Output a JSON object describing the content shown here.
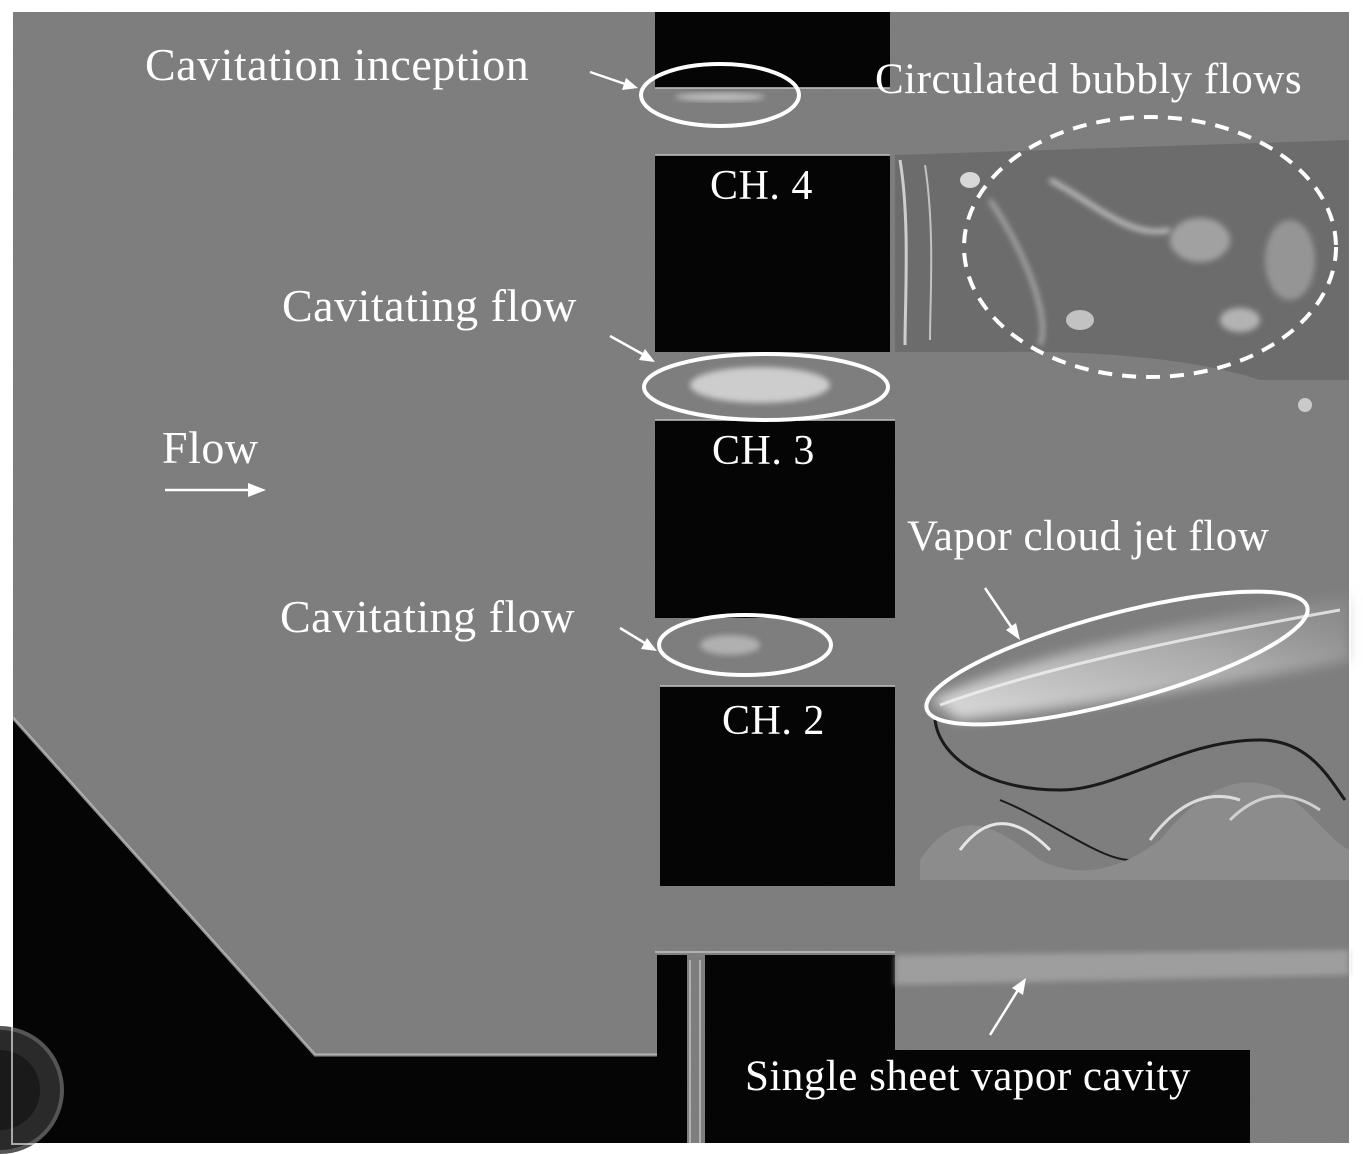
{
  "labels": {
    "cavitation_inception": "Cavitation inception",
    "circulated_bubbly_flows": "Circulated bubbly flows",
    "cavitating_flow_upper": "Cavitating flow",
    "cavitating_flow_lower": "Cavitating flow",
    "flow": "Flow",
    "vapor_cloud_jet_flow": "Vapor cloud jet flow",
    "single_sheet_vapor_cavity": "Single sheet vapor cavity",
    "channels": [
      "CH. 4",
      "CH. 3",
      "CH. 2"
    ]
  },
  "colors": {
    "background": "#7a7a7a",
    "solid": "#050505",
    "annotation": "#ffffff",
    "frame": "#ffffff"
  }
}
